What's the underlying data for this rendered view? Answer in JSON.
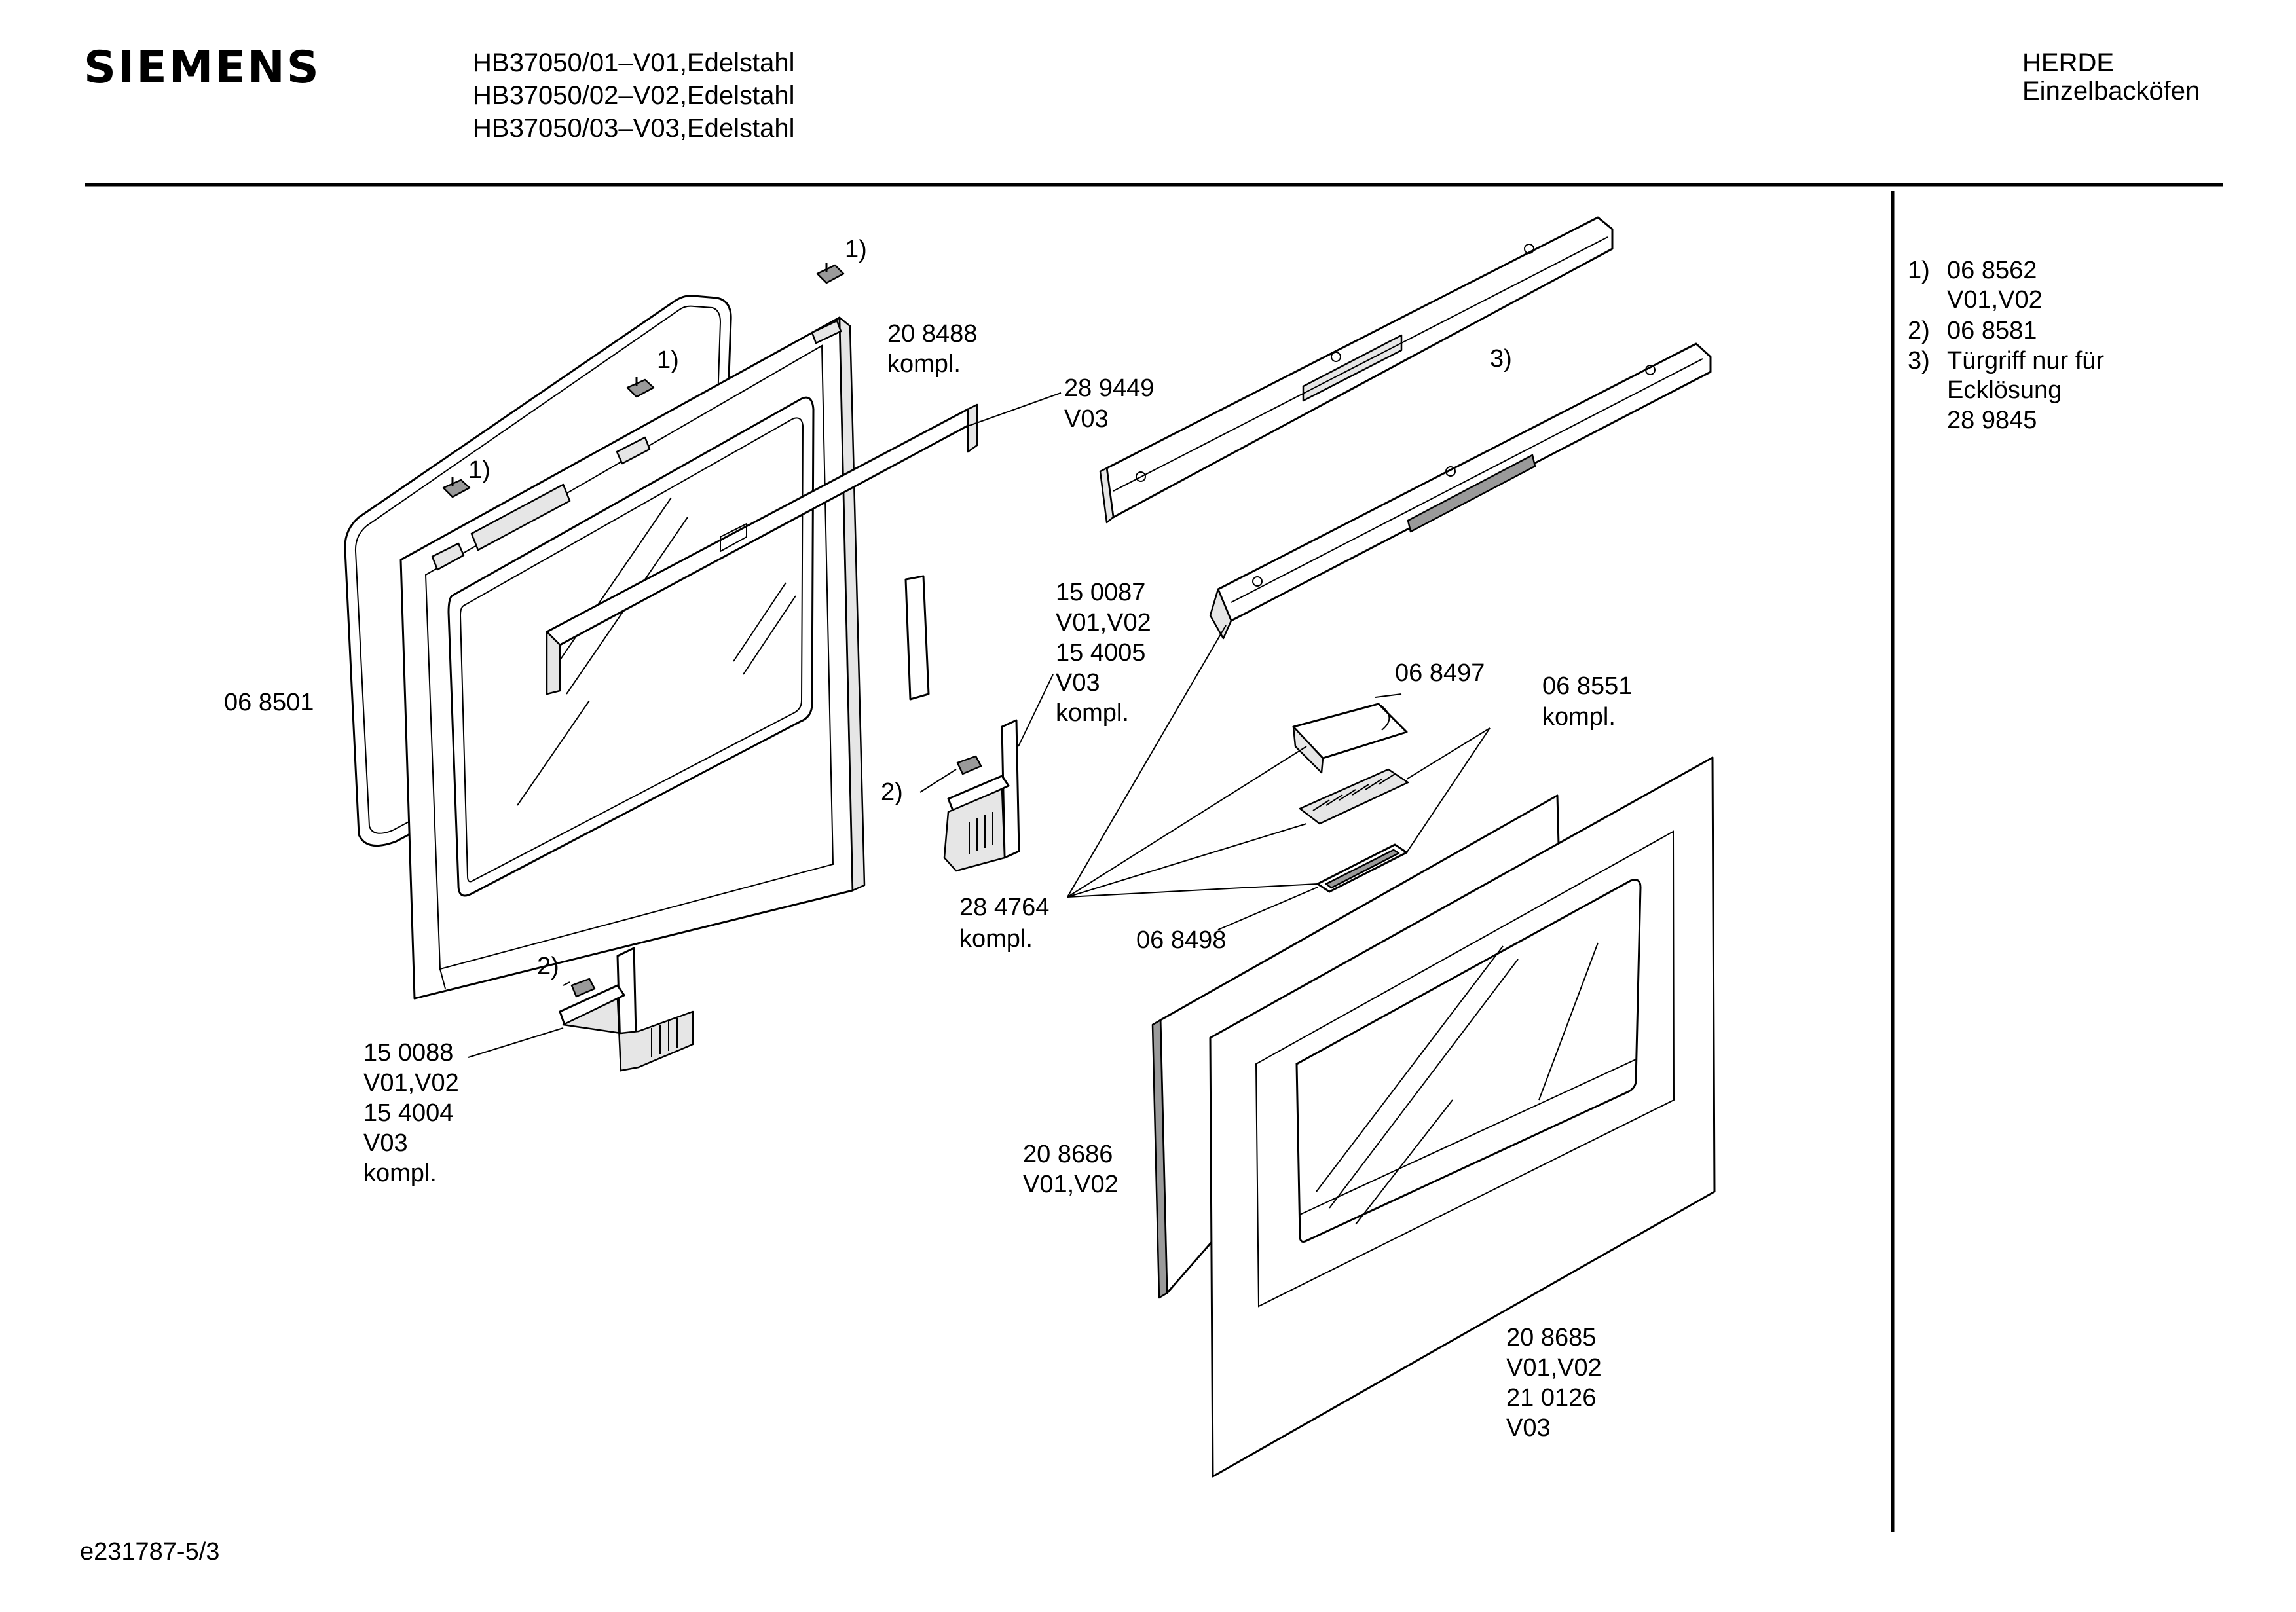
{
  "header": {
    "brand": "SIEMENS",
    "models": [
      "HB37050/01–V01,Edelstahl",
      "HB37050/02–V02,Edelstahl",
      "HB37050/03–V03,Edelstahl"
    ],
    "category": "HERDE",
    "subcategory": "Einzelbacköfen"
  },
  "notes": {
    "n1_marker": "1)",
    "n1_line1": "06 8562",
    "n1_line2": "V01,V02",
    "n2_marker": "2)",
    "n2_line1": "06 8581",
    "n3_marker": "3)",
    "n3_line1": "Türgriff nur für",
    "n3_line2": "Ecklösung",
    "n3_line3": "28 9845"
  },
  "labels": {
    "p068501": "06 8501",
    "p208488_1": "20 8488",
    "p208488_2": "kompl.",
    "p289449_1": "28 9449",
    "p289449_2": "V03",
    "p150087_1": "15 0087",
    "p150087_2": "V01,V02",
    "p150087_3": "15 4005",
    "p150087_4": "V03",
    "p150087_5": "kompl.",
    "p068497": "06 8497",
    "p068551_1": "06 8551",
    "p068551_2": "kompl.",
    "p284764_1": "28 4764",
    "p284764_2": "kompl.",
    "p068498": "06 8498",
    "p150088_1": "15 0088",
    "p150088_2": "V01,V02",
    "p150088_3": "15 4004",
    "p150088_4": "V03",
    "p150088_5": "kompl.",
    "p208686_1": "20 8686",
    "p208686_2": "V01,V02",
    "p208685_1": "20 8685",
    "p208685_2": "V01,V02",
    "p208685_3": "21 0126",
    "p208685_4": "V03"
  },
  "callouts": {
    "c1": "1)",
    "c2": "2)",
    "c3": "3)"
  },
  "footer": {
    "drawing_id": "e231787-5/3"
  }
}
